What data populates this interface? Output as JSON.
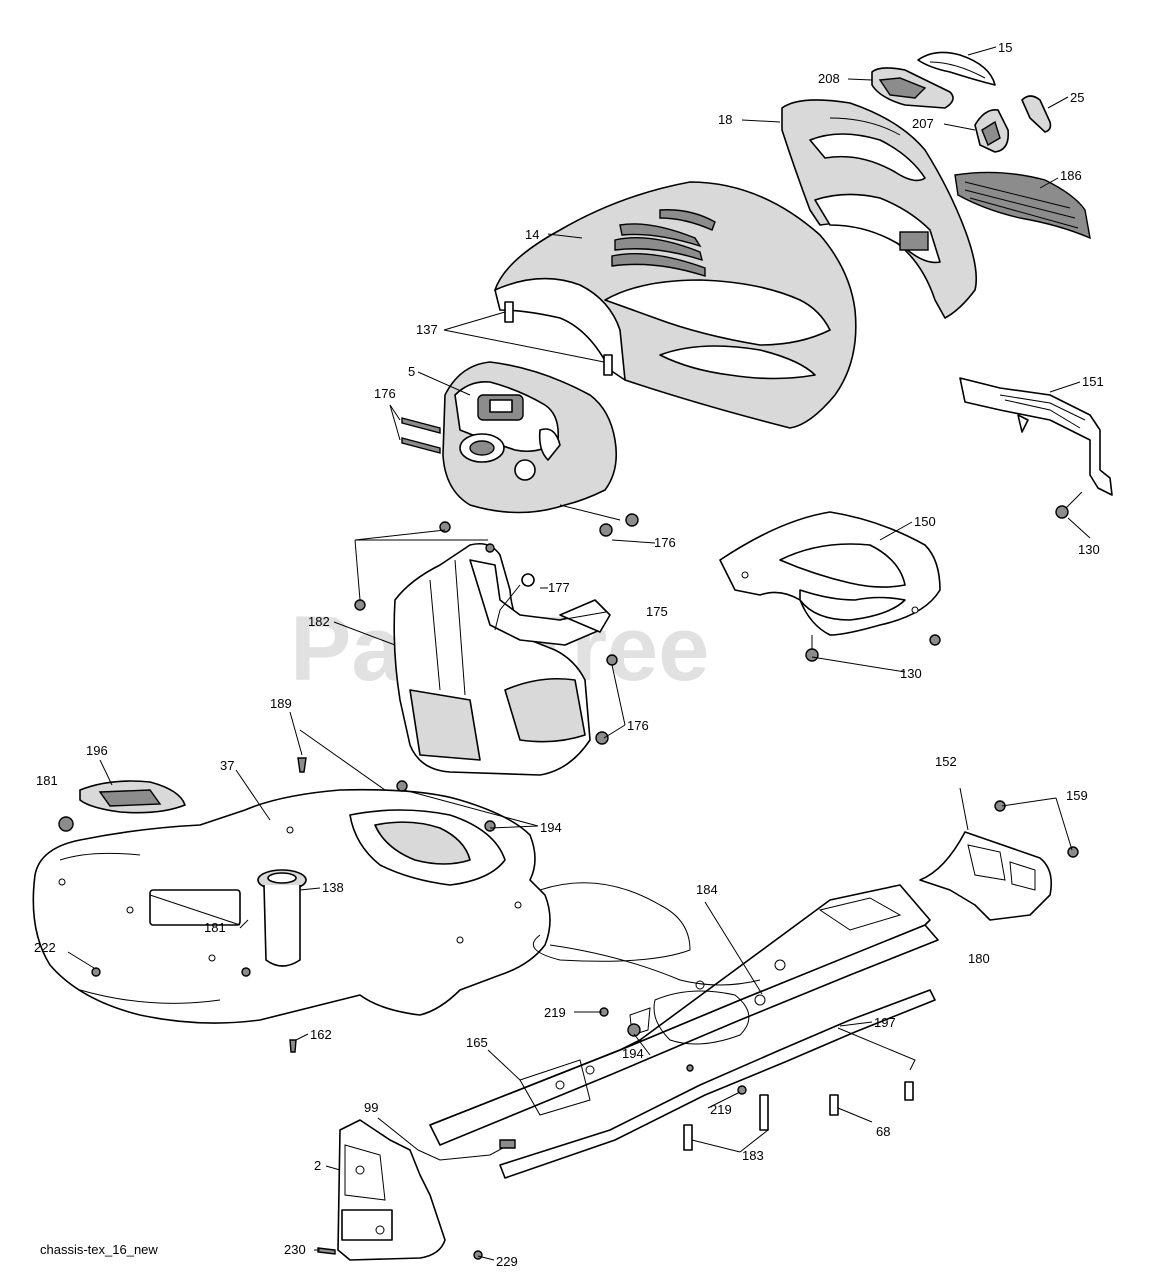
{
  "diagram": {
    "watermark": "PartsTree",
    "caption": "chassis-tex_16_new",
    "callouts": [
      "15",
      "208",
      "25",
      "18",
      "207",
      "186",
      "14",
      "137",
      "5",
      "176",
      "151",
      "130",
      "150",
      "176",
      "177",
      "182",
      "175",
      "130",
      "176",
      "189",
      "196",
      "37",
      "181",
      "194",
      "152",
      "159",
      "138",
      "181",
      "222",
      "184",
      "180",
      "219",
      "162",
      "197",
      "165",
      "194",
      "219",
      "68",
      "99",
      "183",
      "2",
      "230",
      "229"
    ]
  }
}
